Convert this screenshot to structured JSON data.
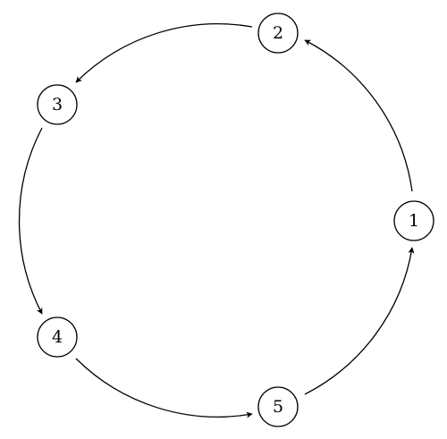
{
  "diagram": {
    "type": "directed-cycle",
    "nodes": [
      {
        "id": "n1",
        "label": "1"
      },
      {
        "id": "n2",
        "label": "2"
      },
      {
        "id": "n3",
        "label": "3"
      },
      {
        "id": "n4",
        "label": "4"
      },
      {
        "id": "n5",
        "label": "5"
      }
    ],
    "edges": [
      {
        "from": "n1",
        "to": "n2"
      },
      {
        "from": "n2",
        "to": "n3"
      },
      {
        "from": "n3",
        "to": "n4"
      },
      {
        "from": "n4",
        "to": "n5"
      },
      {
        "from": "n5",
        "to": "n1"
      }
    ],
    "colors": {
      "stroke": "#000000",
      "node_fill": "#ffffff",
      "background": "#ffffff"
    }
  }
}
